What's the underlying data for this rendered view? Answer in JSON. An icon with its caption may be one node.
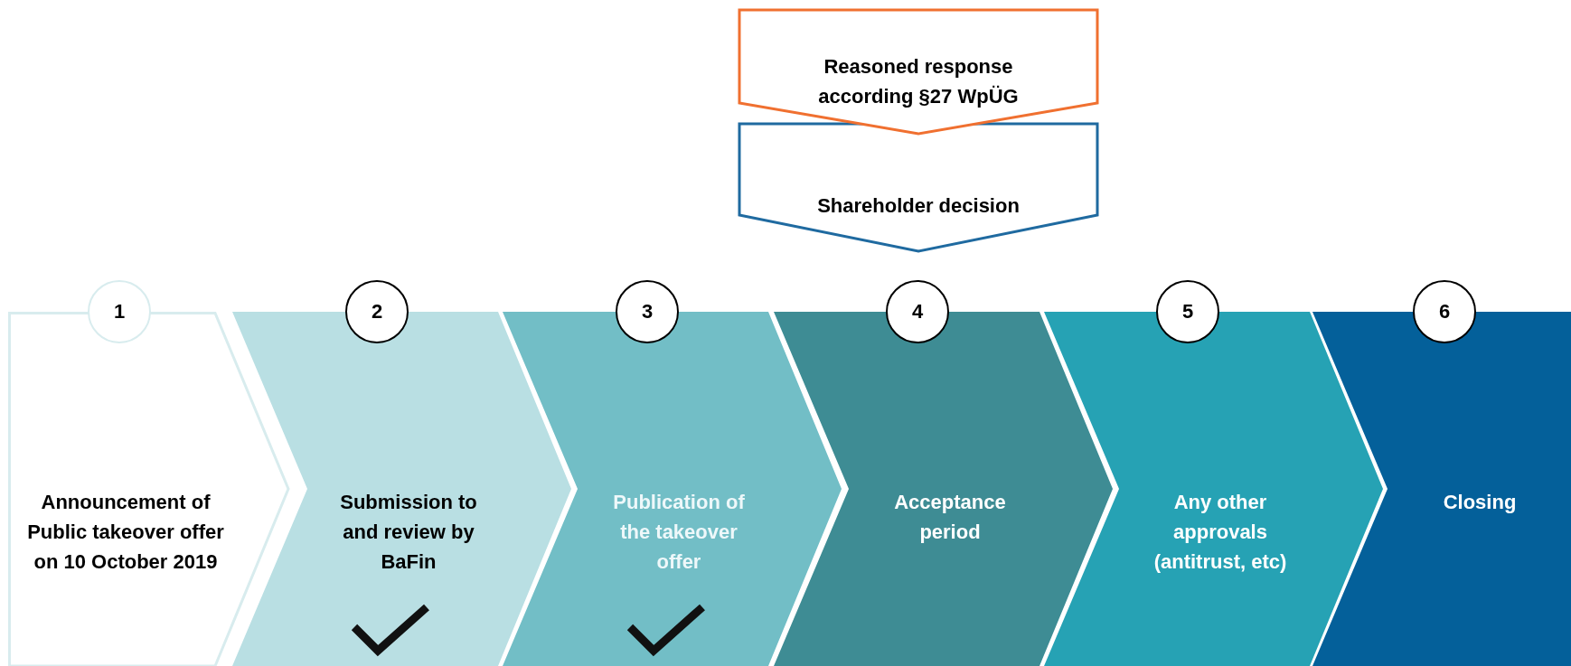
{
  "diagram": {
    "nodes": [
      {
        "text": [
          "Reasoned response according §27 WpÜG"
        ]
      },
      {
        "text": [
          "Shareholder decision"
        ]
      },
      {
        "text": [
          "1"
        ]
      },
      {
        "text": [
          "**Announcement of Public takeover offer** on 10 October 2019"
        ]
      },
      {
        "text": [
          "2"
        ]
      },
      {
        "text": [
          "Submission to and review by BaFin"
        ]
      },
      {
        "text": [],
        "shape": "checkmark",
        "in": 5
      },
      {
        "text": [
          "3"
        ]
      },
      {
        "text": [
          "Publication of the takeover offer"
        ]
      },
      {
        "text": [],
        "shape": "checkmark",
        "in": 8
      },
      {
        "text": [
          "4"
        ]
      },
      {
        "text": [
          "Acceptance period"
        ]
      },
      {
        "text": [
          "5"
        ]
      },
      {
        "text": [
          "Any other approvals (antitrust, etc)"
        ]
      },
      {
        "text": [
          "6"
        ]
      },
      {
        "text": [
          "Closing"
        ]
      }
    ]
  }
}
